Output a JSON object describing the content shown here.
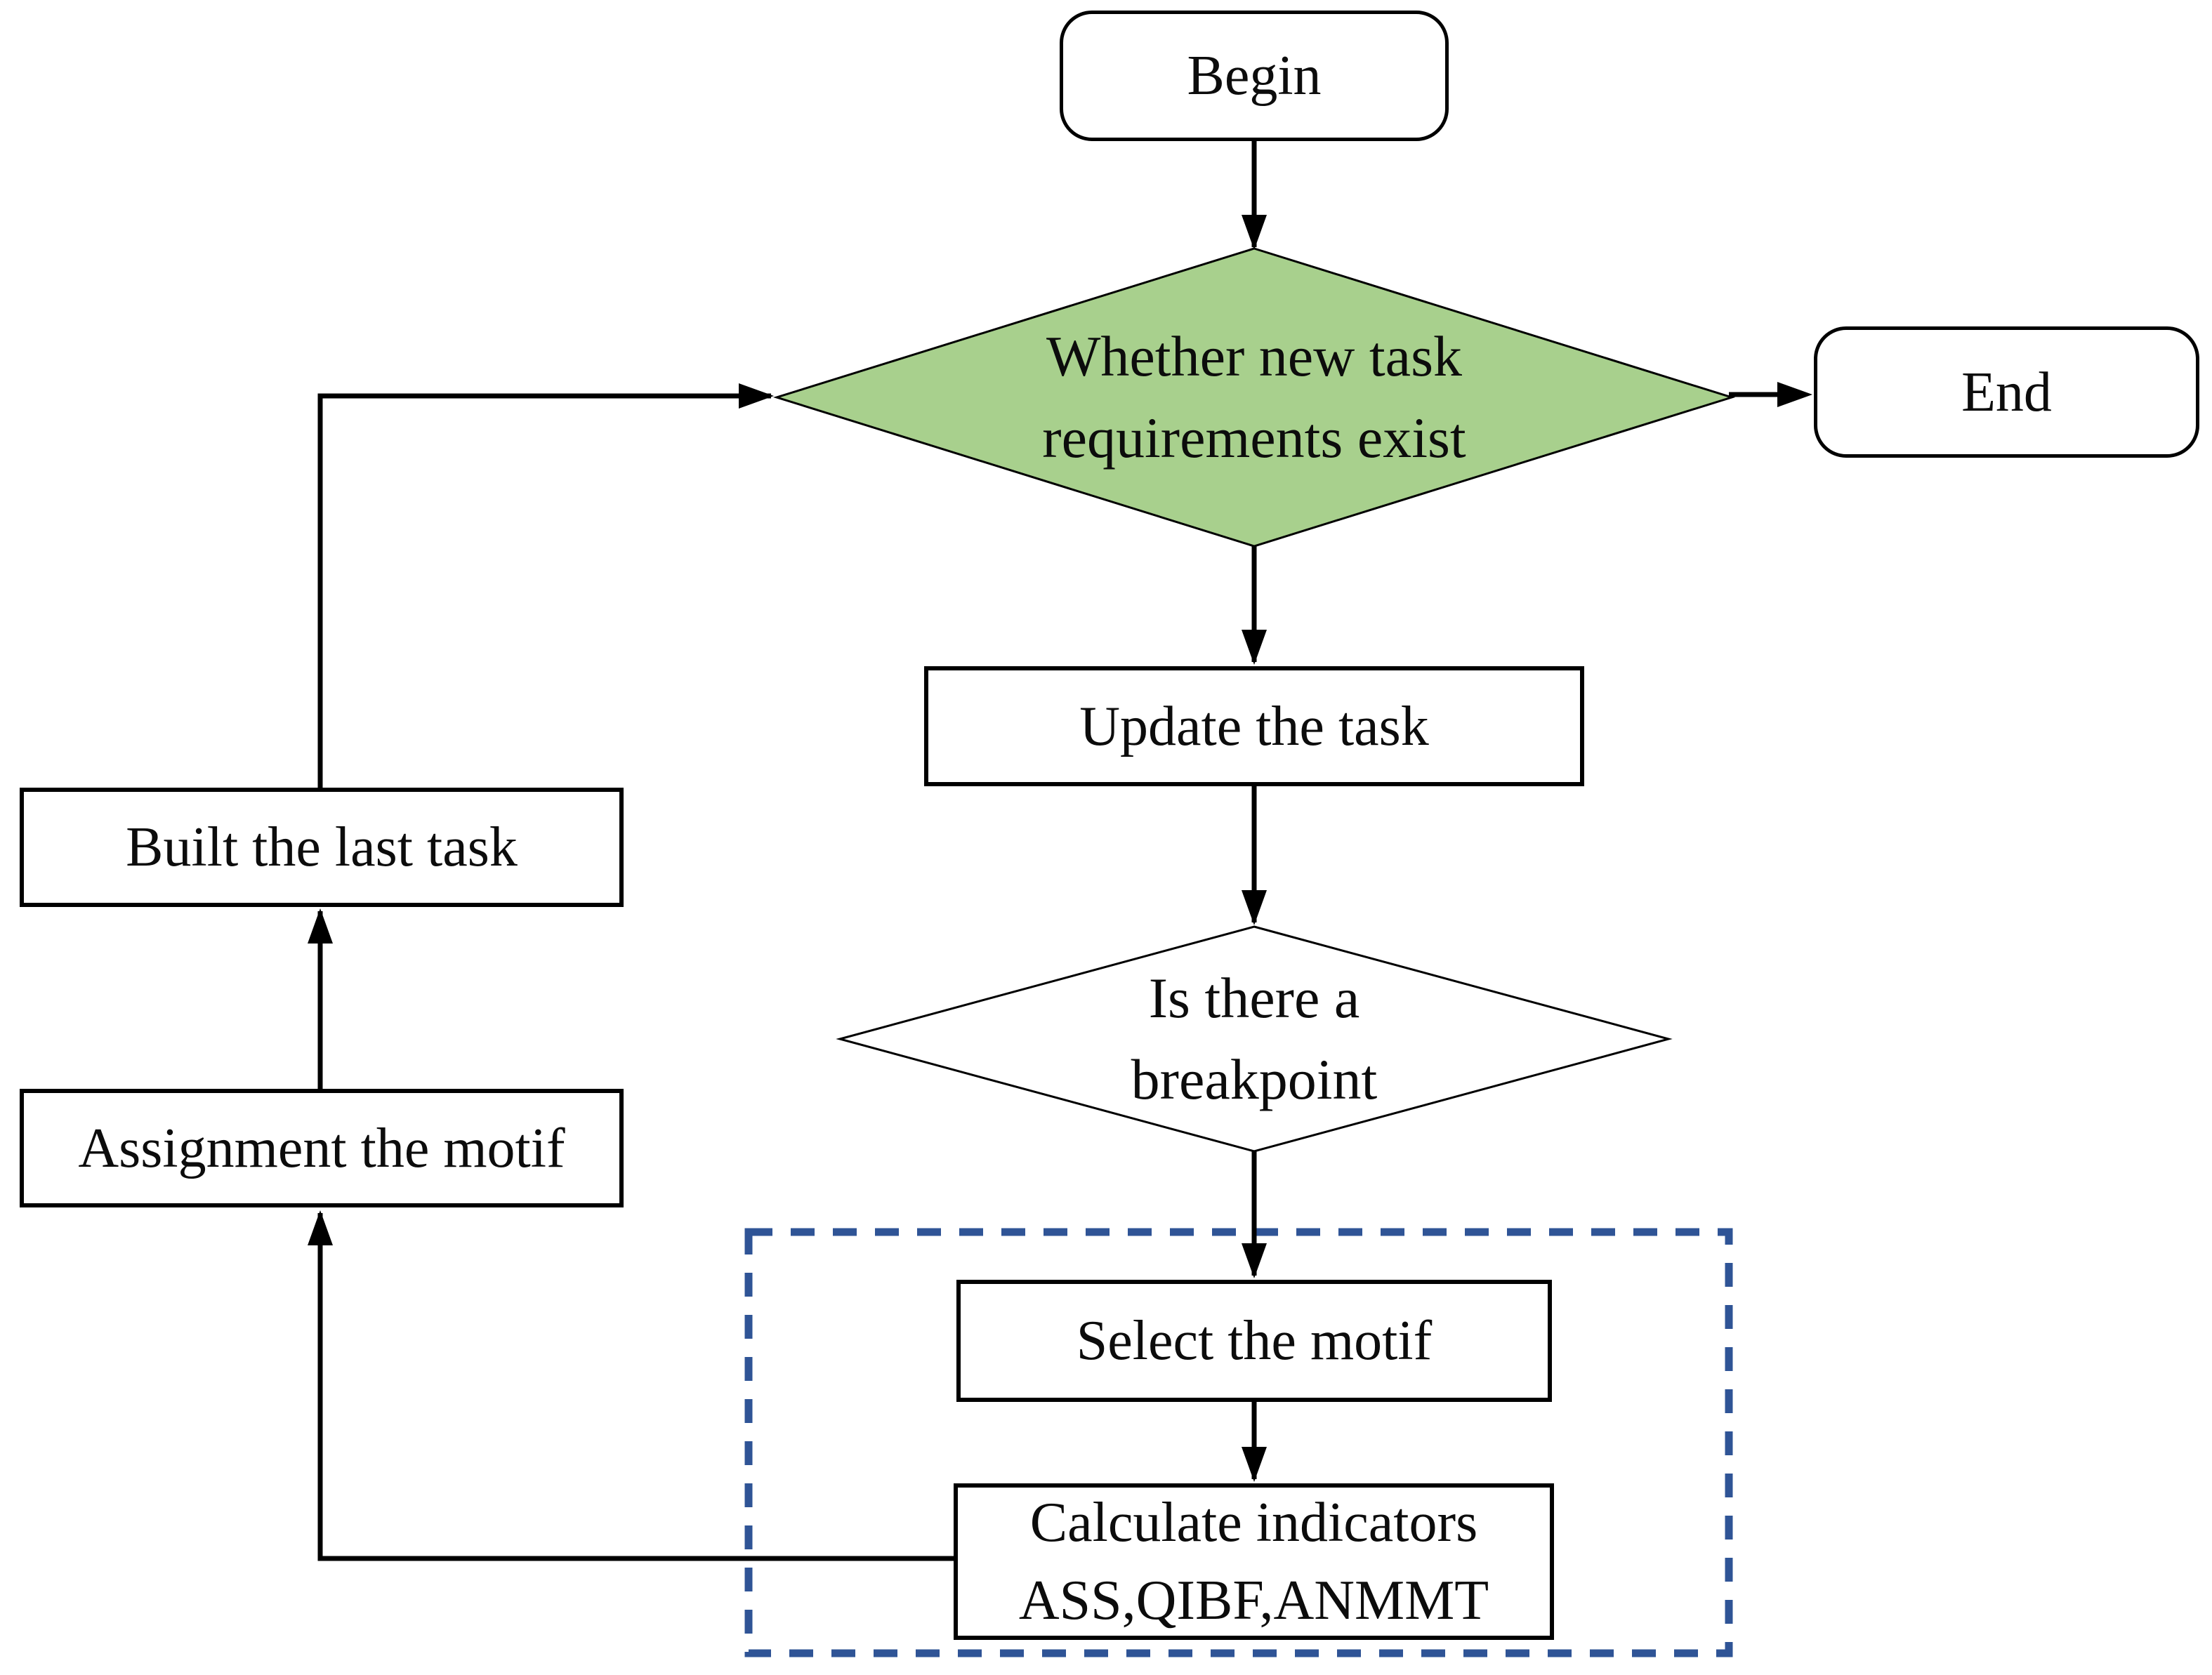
{
  "figure": {
    "type": "flowchart",
    "description": "Task scheduling flowchart with a dashed region for motif selection and indicator calculation"
  },
  "colors": {
    "background": "#ffffff",
    "node_fill": "#ffffff",
    "node_border": "#000000",
    "line_color": "#000000",
    "text_color": "#0c0c0c",
    "decision_fill": "#a8d08d",
    "decision_border": "#000000",
    "dashed_region_border": "#2f5496"
  },
  "nodes": {
    "begin": {
      "label": "Begin"
    },
    "end": {
      "label": "End"
    },
    "decision_new_task": {
      "line1": "Whether new task",
      "line2": "requirements exist"
    },
    "update_task": {
      "label": "Update the task"
    },
    "decision_breakpoint": {
      "line1": "Is there a",
      "line2": "breakpoint"
    },
    "select_motif": {
      "label": "Select the motif"
    },
    "calculate_indicators": {
      "line1": "Calculate indicators",
      "line2": "ASS,QIBF,ANMMT"
    },
    "assignment_motif": {
      "label": "Assignment the motif"
    },
    "built_last_task": {
      "label": "Built the last task"
    }
  },
  "edges": [
    {
      "from": "begin",
      "to": "decision_new_task"
    },
    {
      "from": "decision_new_task",
      "to": "end"
    },
    {
      "from": "decision_new_task",
      "to": "update_task"
    },
    {
      "from": "update_task",
      "to": "decision_breakpoint"
    },
    {
      "from": "decision_breakpoint",
      "to": "select_motif"
    },
    {
      "from": "select_motif",
      "to": "calculate_indicators"
    },
    {
      "from": "calculate_indicators",
      "to": "assignment_motif"
    },
    {
      "from": "assignment_motif",
      "to": "built_last_task"
    },
    {
      "from": "built_last_task",
      "to": "decision_new_task"
    }
  ]
}
